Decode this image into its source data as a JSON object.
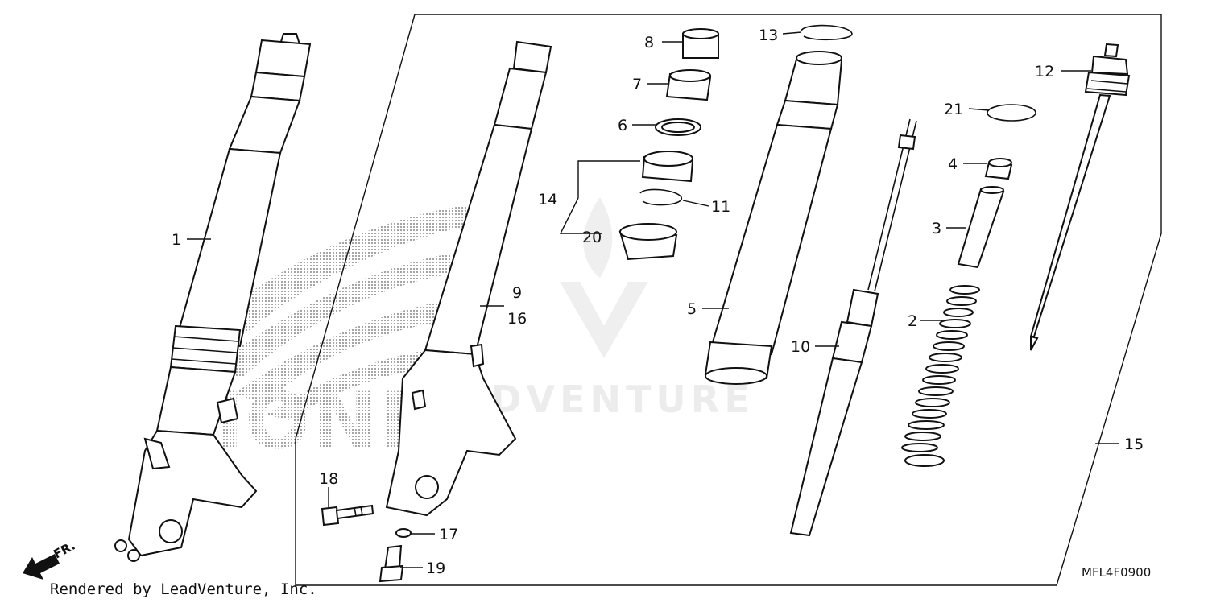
{
  "diagram": {
    "callouts": [
      {
        "id": "c1",
        "label": "1"
      },
      {
        "id": "c2",
        "label": "2"
      },
      {
        "id": "c3",
        "label": "3"
      },
      {
        "id": "c4",
        "label": "4"
      },
      {
        "id": "c5",
        "label": "5"
      },
      {
        "id": "c6",
        "label": "6"
      },
      {
        "id": "c7",
        "label": "7"
      },
      {
        "id": "c8",
        "label": "8"
      },
      {
        "id": "c9",
        "label": "9"
      },
      {
        "id": "c10",
        "label": "10"
      },
      {
        "id": "c11",
        "label": "11"
      },
      {
        "id": "c12",
        "label": "12"
      },
      {
        "id": "c13",
        "label": "13"
      },
      {
        "id": "c14",
        "label": "14"
      },
      {
        "id": "c15",
        "label": "15"
      },
      {
        "id": "c16",
        "label": "16"
      },
      {
        "id": "c17",
        "label": "17"
      },
      {
        "id": "c18",
        "label": "18"
      },
      {
        "id": "c19",
        "label": "19"
      },
      {
        "id": "c20",
        "label": "20"
      },
      {
        "id": "c21",
        "label": "21"
      }
    ],
    "front_arrow_label": "FR.",
    "diagram_code": "MFL4F0900",
    "credit": "Rendered by LeadVenture, Inc.",
    "watermark_text": "LEADVENTURE",
    "background_logo_text": "HONDA"
  }
}
